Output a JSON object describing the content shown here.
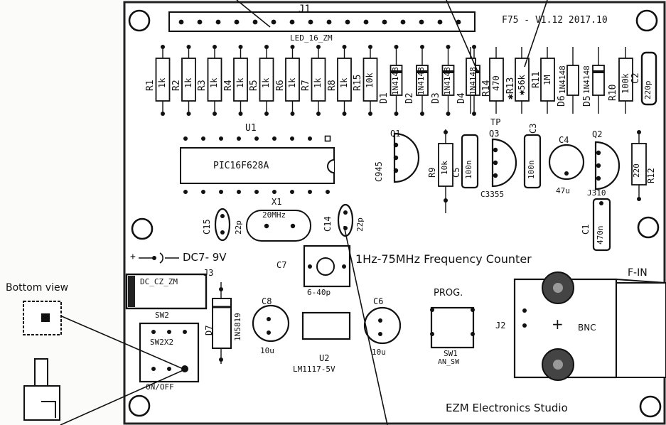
{
  "board": {
    "header_connector": "J1",
    "led_label": "LED_16_ZM",
    "version": "F75 - V1.12  2017.10",
    "title": "1Hz-75MHz Frequency Counter",
    "brand": "EZM Electronics Studio",
    "power_polarity": "+ -○)- -",
    "power_label": "DC7- 9V",
    "prog_label": "PROG.",
    "fin_label": "F-IN",
    "tp_label": "TP"
  },
  "resistors_top": [
    {
      "ref": "R1",
      "value": "1k"
    },
    {
      "ref": "R2",
      "value": "1k"
    },
    {
      "ref": "R3",
      "value": "1k"
    },
    {
      "ref": "R4",
      "value": "1k"
    },
    {
      "ref": "R5",
      "value": "1k"
    },
    {
      "ref": "R6",
      "value": "1k"
    },
    {
      "ref": "R7",
      "value": "1k"
    },
    {
      "ref": "R8",
      "value": "1k"
    },
    {
      "ref": "R15",
      "value": "10k"
    }
  ],
  "diodes_top": [
    {
      "ref": "D1",
      "value": "1N4148"
    },
    {
      "ref": "D2",
      "value": "1N4148"
    },
    {
      "ref": "D3",
      "value": "1N4148"
    },
    {
      "ref": "D4",
      "value": "1N4148"
    }
  ],
  "right_group": {
    "r14_ref": "R14",
    "r14_value": "470",
    "r13_ref": "✱R13",
    "r13_value": "✱56k",
    "r11_ref": "R11",
    "r11_value": "1M",
    "d6_ref": "D6",
    "d6_value": "1N4148",
    "d5_ref": "D5",
    "d5_value": "1N4148",
    "r10_ref": "R10",
    "r10_value": "100k",
    "c2_ref": "C2",
    "c2_value": "220p"
  },
  "mcu": {
    "ref": "U1",
    "name": "PIC16F628A"
  },
  "crystal": {
    "ref": "X1",
    "value": "20MHz"
  },
  "caps": {
    "c15_ref": "C15",
    "c15_value": "22p",
    "c14_ref": "C14",
    "c14_value": "22p",
    "c7_ref": "C7",
    "c7_value": "6-40p",
    "c8_ref": "C8",
    "c8_value": "10u",
    "c6_ref": "C6",
    "c6_value": "10u",
    "c5_ref": "C5",
    "c5_value": "100n",
    "c3_ref": "C3",
    "c3_value": "100n",
    "c4_ref": "C4",
    "c4_value": "47u",
    "c1_ref": "C1",
    "c1_value": "470n"
  },
  "transistors": {
    "q1_ref": "Q1",
    "q1_value": "C945",
    "q3_ref": "Q3",
    "q3_value": "C3355",
    "q2_ref": "Q2",
    "q2_value": "J310"
  },
  "misc": {
    "r9_ref": "R9",
    "r9_value": "10k",
    "r12_ref": "R12",
    "r12_value": "220",
    "j3_ref": "J3",
    "j3_value": "DC_CZ_ZM",
    "sw2_ref": "SW2",
    "sw2_value": "SW2X2",
    "sw2_state": "ON/OFF",
    "d7_ref": "D7",
    "d7_value": "1N5819",
    "u2_ref": "U2",
    "u2_value": "LM1117-5V",
    "sw1_ref": "SW1",
    "sw1_value": "AN_SW",
    "j2_ref": "J2",
    "j2_value": "BNC",
    "bnc_plus": "+"
  },
  "callouts": {
    "bottom_view": "Bottom view"
  }
}
